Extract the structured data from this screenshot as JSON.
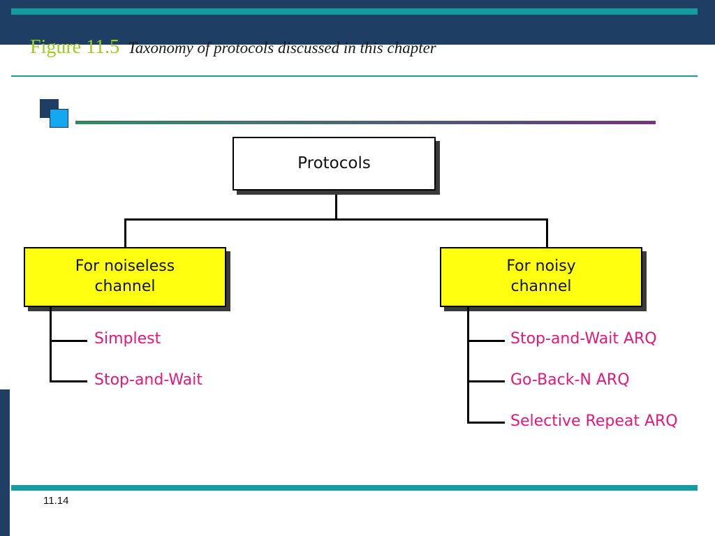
{
  "title": {
    "figure_label": "Figure 11.5",
    "caption": "Taxonomy of protocols discussed in this chapter"
  },
  "diagram": {
    "root": {
      "label": "Protocols"
    },
    "branches": [
      {
        "label_line1": "For noiseless",
        "label_line2": "channel",
        "color": "#ffff10",
        "leaves": [
          "Simplest",
          "Stop-and-Wait"
        ]
      },
      {
        "label_line1": "For noisy",
        "label_line2": "channel",
        "color": "#ffff10",
        "leaves": [
          "Stop-and-Wait ARQ",
          "Go-Back-N ARQ",
          "Selective Repeat ARQ"
        ]
      }
    ],
    "leaf_color": "#e6177a"
  },
  "footer": {
    "page_number": "11.14"
  },
  "theme": {
    "navy": "#1e3f63",
    "teal": "#139da2",
    "title_green": "#9acd1f"
  }
}
